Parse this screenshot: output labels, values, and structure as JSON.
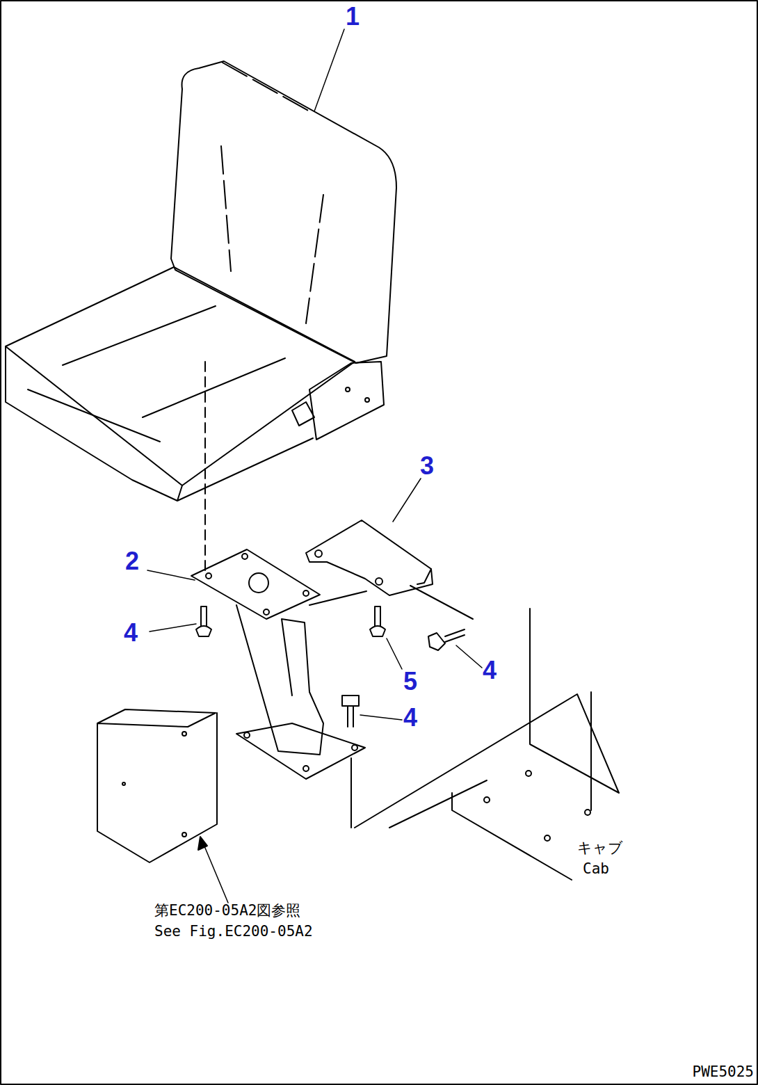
{
  "diagram": {
    "labels": [
      "1",
      "3",
      "2",
      "4",
      "5",
      "4",
      "4",
      "キャブ",
      "Cab",
      "第EC200-05A2図参照",
      "See Fig.EC200-05A2",
      "PWE5025"
    ]
  }
}
